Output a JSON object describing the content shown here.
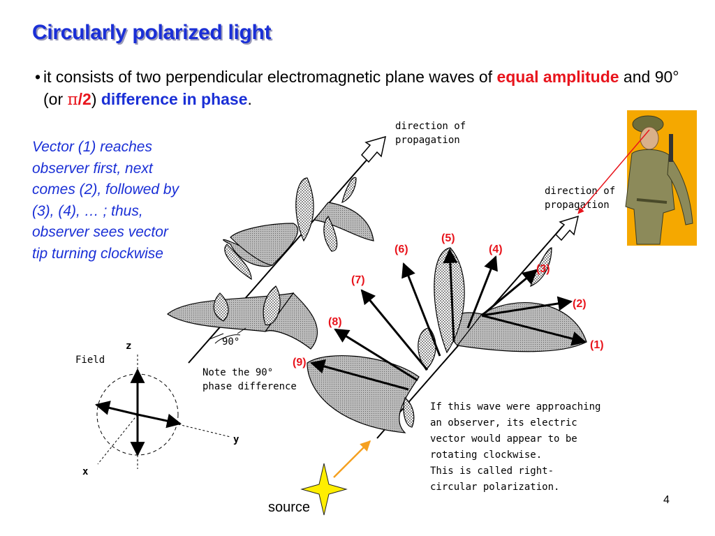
{
  "title": "Circularly polarized light",
  "bullet": {
    "part1": "it consists of two perpendicular electromagnetic plane waves of ",
    "equal_amplitude": "equal amplitude",
    "part2": " and 90° (or ",
    "pi": "π",
    "over2": "/2",
    "part3": ") ",
    "difference_in_phase": "difference in phase",
    "part4": "."
  },
  "note_lines": [
    "Vector (1) reaches",
    "observer first, next",
    "comes (2), followed by",
    "(3), (4), … ; thus,",
    "observer sees vector",
    "tip turning clockwise"
  ],
  "diagram": {
    "direction_line1": "direction of",
    "direction_line2": "propagation",
    "direction2_line1": "direction of",
    "direction2_line2": "propagation",
    "field_label": "Field",
    "axis_z": "z",
    "axis_y": "y",
    "axis_x": "x",
    "angle_label": "90°",
    "phase_note_line1": "Note the 90°",
    "phase_note_line2": "phase difference",
    "vector_labels": [
      "(1)",
      "(2)",
      "(3)",
      "(4)",
      "(5)",
      "(6)",
      "(7)",
      "(8)",
      "(9)"
    ],
    "explanation_lines": [
      "If this wave were approaching",
      "an observer, its electric",
      "vector would appear to be",
      "rotating clockwise.",
      "This is called right-",
      "circular polarization."
    ],
    "source_label": "source"
  },
  "page_number": "4",
  "colors": {
    "title": "#1a2fd6",
    "emphasis_red": "#e8141c",
    "emphasis_blue": "#1a2fd6",
    "source_arrow": "#f5a020",
    "star": "#ffee00",
    "pointer": "#e8141c"
  }
}
